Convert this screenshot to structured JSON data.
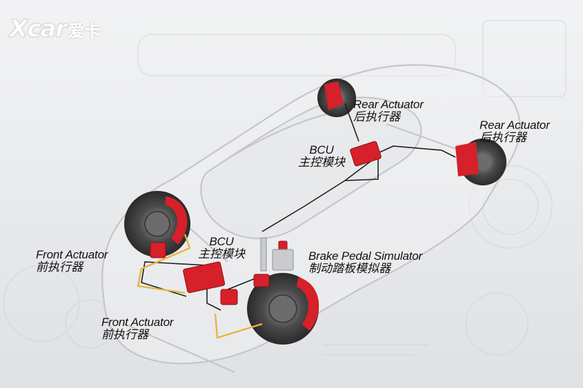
{
  "logo": {
    "mark": "Xcar",
    "name": "爱卡"
  },
  "labels": {
    "rear_actuator_left": {
      "en": "Rear Actuator",
      "zh": "后执行器"
    },
    "rear_actuator_right": {
      "en": "Rear Actuator",
      "zh": "后执行器"
    },
    "bcu_top": {
      "en": "BCU",
      "zh": "主控模块"
    },
    "bcu_center": {
      "en": "BCU",
      "zh": "主控模块"
    },
    "front_actuator_left": {
      "en": "Front Actuator",
      "zh": "前执行器"
    },
    "front_actuator_bottom": {
      "en": "Front Actuator",
      "zh": "前执行器"
    },
    "brake_pedal_simulator": {
      "en": "Brake Pedal Simulator",
      "zh": "制动踏板模拟器"
    }
  },
  "colors": {
    "component_red": "#d6202a",
    "wire_yellow": "#e6b53a",
    "wire_dark": "#1e1e1e",
    "background": "#e9eaec"
  }
}
